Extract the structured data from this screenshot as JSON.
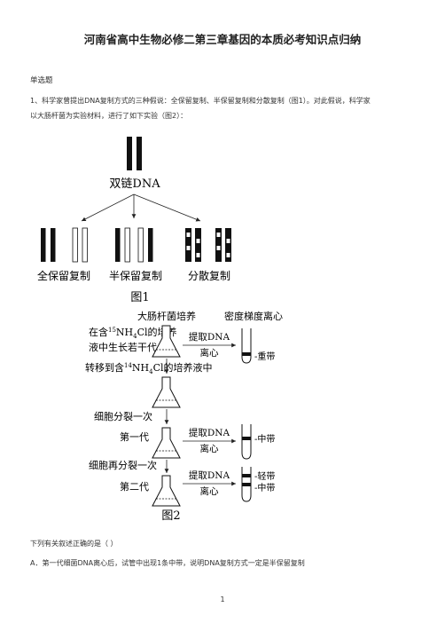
{
  "document": {
    "title": "河南省高中生物必修二第三章基因的本质必考知识点归纳",
    "section_label": "单选题",
    "question_line1": "1、科学家曾提出DNA复制方式的三种假说：全保留复制、半保留复制和分散复制（图1）。对此假说，科学家",
    "question_line2": "以大肠杆菌为实验材料，进行了如下实验（图2）：",
    "statement": "下列有关叙述正确的是（    ）",
    "option_a": "A．第一代细菌DNA离心后，试管中出现1条中带，说明DNA复制方式一定是半保留复制",
    "page_number": "1"
  },
  "figure1": {
    "top_label": "双链DNA",
    "labels": [
      "全保留复制",
      "半保留复制",
      "分散复制"
    ],
    "caption": "图1"
  },
  "figure2": {
    "header_culture": "大肠杆菌培养",
    "header_centrifuge": "密度梯度离心",
    "step1_line1_pre": "在含",
    "step1_sup": "15",
    "step1_line1_mid": "NH",
    "step1_sub": "4",
    "step1_line1_post": "Cl的培养",
    "step1_line2": "液中生长若干代",
    "step2_pre": "转移到含",
    "step2_sup": "14",
    "step2_mid": "NH",
    "step2_sub": "4",
    "step2_post": "Cl的培养液中",
    "step3": "细胞分裂一次",
    "gen1": "第一代",
    "step4": "细胞再分裂一次",
    "gen2": "第二代",
    "extract": "提取DNA",
    "centrifuge": "离心",
    "band_heavy": "重带",
    "band_middle": "中带",
    "band_light": "轻带",
    "band_middle2": "中带",
    "caption": "图2"
  }
}
